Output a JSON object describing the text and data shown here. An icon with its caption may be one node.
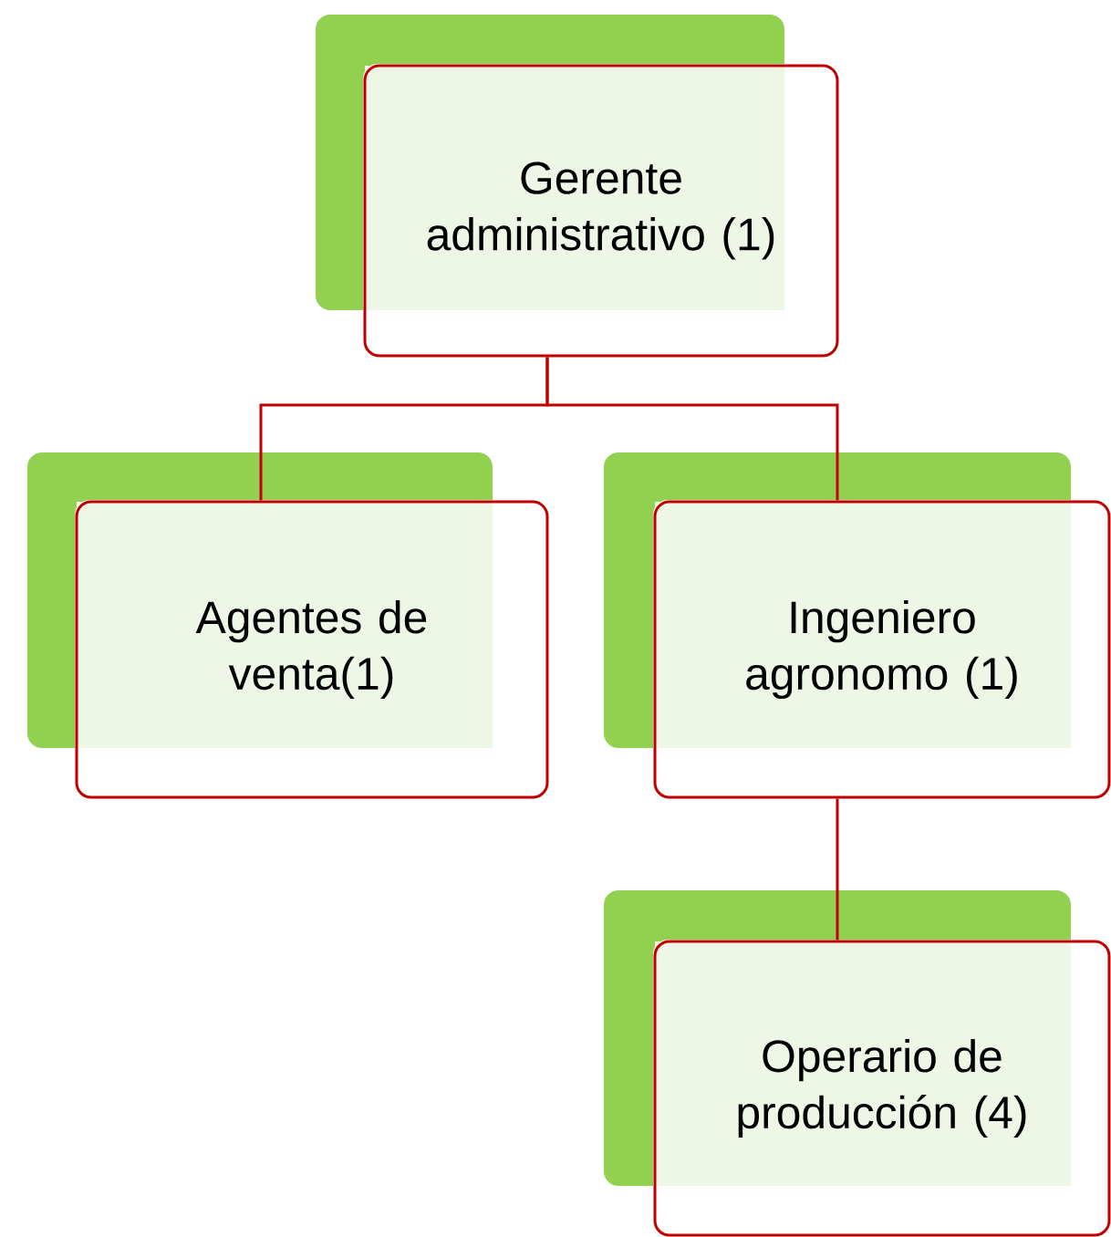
{
  "diagram": {
    "nodes": [
      {
        "text": [
          "Gerente administrativo (1)"
        ]
      },
      {
        "text": [
          "Agentes de venta(1)"
        ]
      },
      {
        "text": [
          "Ingeniero agronomo (1)"
        ]
      },
      {
        "text": [
          "Operario de producción (4)"
        ]
      }
    ],
    "edges": [
      {
        "from": 0,
        "to": 1,
        "arrow": "none"
      },
      {
        "from": 0,
        "to": 2,
        "arrow": "none"
      },
      {
        "from": 2,
        "to": 3,
        "arrow": "none"
      }
    ]
  }
}
